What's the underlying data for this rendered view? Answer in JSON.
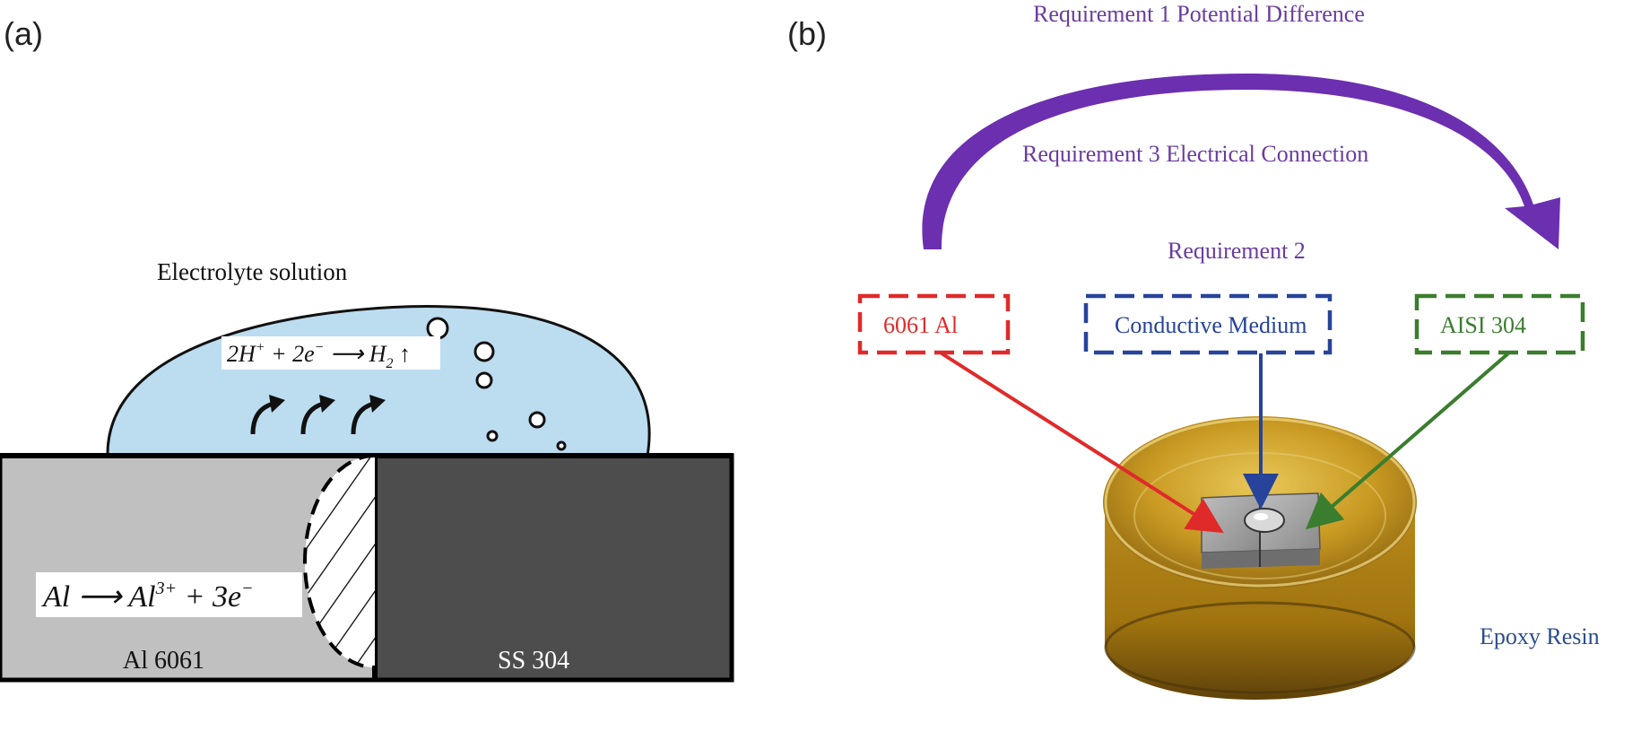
{
  "panel_a": {
    "label": "(a)",
    "electrolyte_label": "Electrolyte solution",
    "cathodic_reaction": {
      "prefix": "2H",
      "sup1": "+",
      "mid": " + 2e",
      "sup2": "−",
      "arrow": " ⟶ H",
      "sub": "2",
      "suffix": " ↑"
    },
    "anodic_reaction": {
      "left": "Al ⟶ Al",
      "sup": "3+",
      "right": " + 3e",
      "sup2": "−"
    },
    "metal_left": "Al 6061",
    "metal_right": "SS 304"
  },
  "panel_b": {
    "label": "(b)",
    "requirement_1": "Requirement 1  Potential Difference",
    "requirement_3": "Requirement 3  Electrical Connection",
    "requirement_2": "Requirement 2",
    "box_left": "6061 Al",
    "box_middle": "Conductive Medium",
    "box_right": "AISI 304",
    "epoxy_label": "Epoxy Resin"
  },
  "colors": {
    "electrolyte": "#bcdcf0",
    "aluminum": "#c0c0c0",
    "steel": "#4d4d4d",
    "requirement_purple": "#6a3c9e",
    "arrow_purple": "#6b2fb0",
    "red": "#e02a2a",
    "blue": "#27439a",
    "green": "#3a7d2e",
    "epoxy_label_blue": "#2b4d8c"
  }
}
